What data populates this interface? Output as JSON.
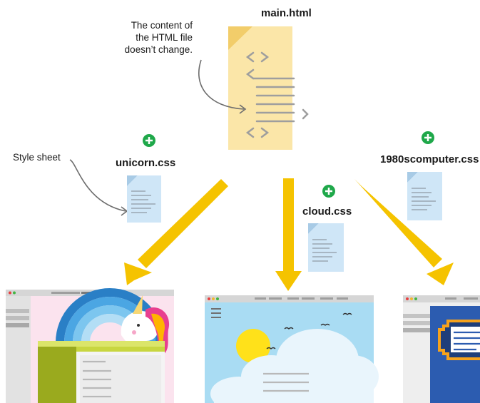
{
  "html_file": {
    "name": "main.html",
    "note": [
      "The content of",
      "the HTML file",
      "doesn’t change."
    ]
  },
  "style_sheet_label": "Style sheet",
  "stylesheets": [
    {
      "name": "unicorn.css"
    },
    {
      "name": "cloud.css"
    },
    {
      "name": "1980scomputer.css"
    }
  ],
  "colors": {
    "arrow": "#f5c300",
    "html_doc": "#fbe6a8",
    "html_doc_fold": "#f2cd6a",
    "css_doc": "#cfe6f7",
    "plus": "#1fa84a",
    "unicorn_bg": "#fbe3ee",
    "sky": "#a9dcf3",
    "computer_blue": "#2c5cb0",
    "olive": "#9aaa1e"
  },
  "icons": [
    "plus-circle-icon",
    "html-document-icon",
    "css-document-icon",
    "arrow-icon"
  ]
}
